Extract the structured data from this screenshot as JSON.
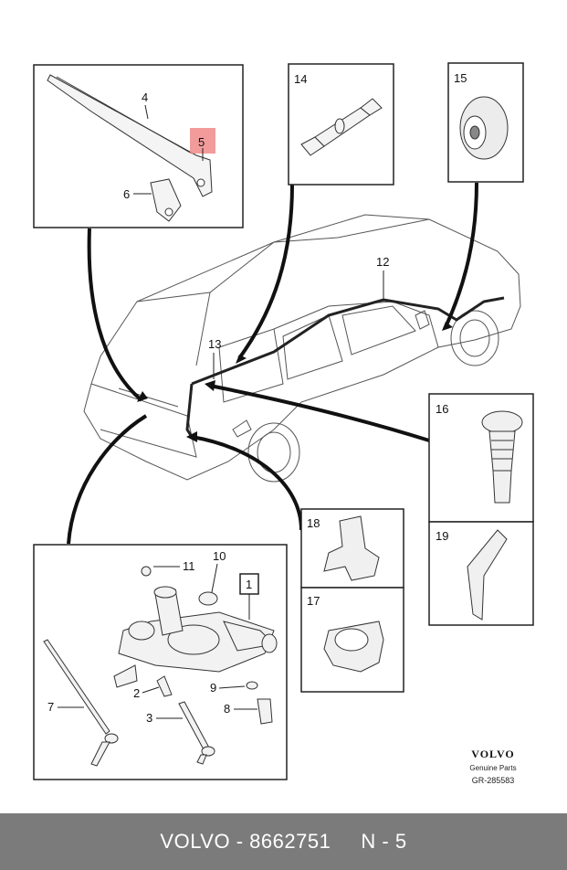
{
  "callouts": {
    "c1": "1",
    "c2": "2",
    "c3": "3",
    "c4": "4",
    "c5": "5",
    "c6": "6",
    "c7": "7",
    "c8": "8",
    "c9": "9",
    "c10": "10",
    "c11": "11",
    "c12": "12",
    "c13": "13",
    "c14": "14",
    "c15": "15",
    "c16": "16",
    "c17": "17",
    "c18": "18",
    "c19": "19"
  },
  "brand": {
    "logo": "VOLVO",
    "subtitle": "Genuine Parts",
    "code": "GR-285583"
  },
  "footer": {
    "make": "VOLVO",
    "part_number": "8662751",
    "position": "N - 5"
  },
  "colors": {
    "highlight": "#f08a8a",
    "footer_bg": "#7b7b7b"
  }
}
